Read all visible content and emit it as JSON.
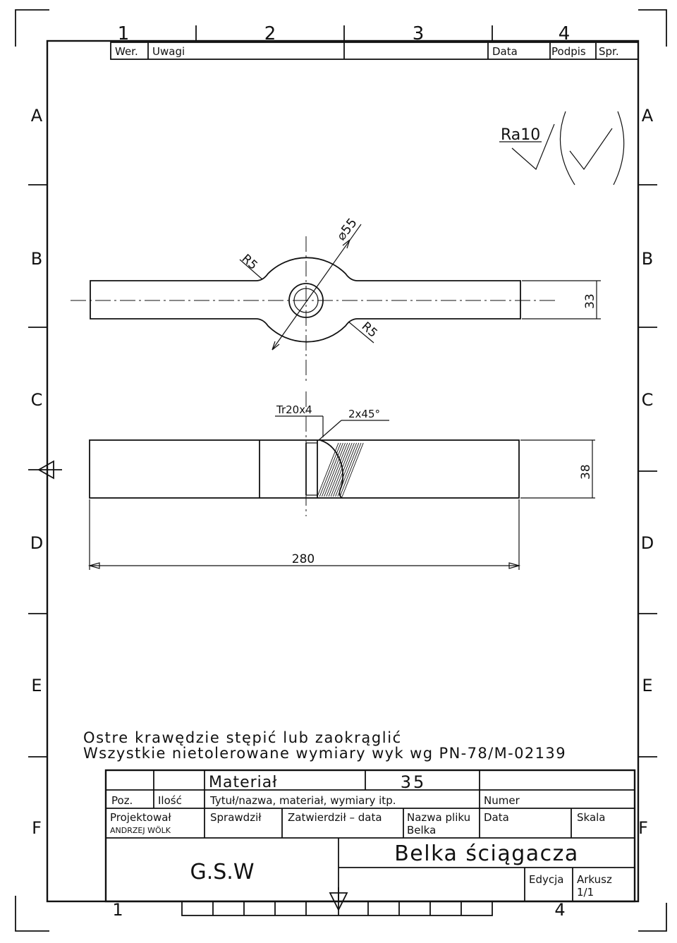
{
  "header": {
    "columns": [
      "1",
      "2",
      "3",
      "4"
    ],
    "revision_fields": [
      "Wer.",
      "Uwagi",
      "Data",
      "Podpis",
      "Spr."
    ]
  },
  "zones": {
    "rows": [
      "A",
      "B",
      "C",
      "D",
      "E",
      "F"
    ]
  },
  "surface_finish": {
    "roughness": "Ra10"
  },
  "top_view": {
    "diameter_label": "⌀55",
    "radius_top": "R5",
    "radius_bottom": "R5",
    "width_label": "33"
  },
  "front_view": {
    "thread_label": "Tr20x4",
    "chamfer_label": "2x45°",
    "height_label": "38",
    "length_label": "280"
  },
  "notes": {
    "line1": "Ostre krawędzie stępić lub zaokrąglić",
    "line2": "Wszystkie nietolerowane wymiary wyk wg PN-78/M-02139"
  },
  "title_block": {
    "material_label": "Materiał",
    "material_value": "35",
    "poz": "Poz.",
    "ilosc": "Ilość",
    "tytul": "Tytuł/nazwa, materiał, wymiary itp.",
    "numer": "Numer",
    "projektowal": "Projektował",
    "author": "ANDRZEJ WÖLK",
    "sprawdzil": "Sprawdził",
    "zatwierdzil": "Zatwierdził – data",
    "nazwa_pliku": "Nazwa pliku",
    "file_name": "Belka",
    "data": "Data",
    "skala": "Skala",
    "company": "G.S.W",
    "title": "Belka ściągacza",
    "edycja": "Edycja",
    "arkusz": "Arkusz",
    "sheet_number": "1/1"
  }
}
